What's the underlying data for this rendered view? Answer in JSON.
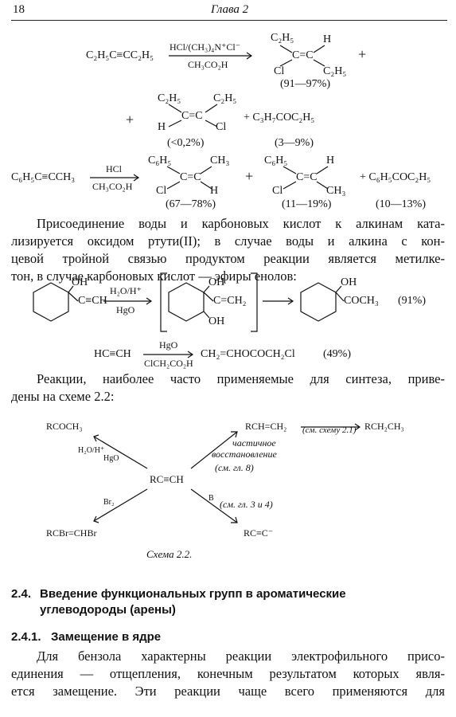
{
  "header": {
    "page_number": "18",
    "chapter": "Глава 2"
  },
  "eq1": {
    "reactant": "C₂H₅C≡CC₂H₅",
    "reagent_top": "HCl/(CH₃)₄N⁺Cl⁻",
    "reagent_bottom": "CH₃CO₂H",
    "p1": {
      "top_left": "C₂H₅",
      "top_right": "H",
      "bottom_left": "Cl",
      "bottom_right": "C₂H₅",
      "center": "C=C",
      "yield": "(91—97%)"
    },
    "plus": "+",
    "p2": {
      "top_left": "C₂H₅",
      "top_right": "C₂H₅",
      "bottom_left": "H",
      "bottom_right": "Cl",
      "center": "C=C",
      "yield": "(<0,2%)"
    },
    "p3": {
      "formula": "+ C₃H₇COC₂H₅",
      "yield": "(3—9%)"
    }
  },
  "eq2": {
    "reactant": "C₆H₅C≡CCH₃",
    "reagent_top": "HCl",
    "reagent_bottom": "CH₃CO₂H",
    "p1": {
      "top_left": "C₆H₅",
      "top_right": "CH₃",
      "bottom_left": "Cl",
      "bottom_right": "H",
      "center": "C=C",
      "yield": "(67—78%)"
    },
    "plus": "+",
    "p2": {
      "top_left": "C₆H₅",
      "top_right": "H",
      "bottom_left": "Cl",
      "bottom_right": "CH₃",
      "center": "C=C",
      "yield": "(11—19%)"
    },
    "p3": {
      "formula": "+ C₆H₅COC₂H₅",
      "yield": "(10—13%)"
    }
  },
  "para1": [
    "Присоединение воды и карбоновых кислот к алкинам ката-",
    "лизируется оксидом ртути(II); в случае воды и алкина с кон-",
    "цевой тройной связью продуктом реакции является метилке-",
    "тон, в случае карбоновых кислот — эфиры енолов:"
  ],
  "eq3": {
    "oh_top": "OH",
    "alkyne": "C≡CH",
    "reagent_top": "H₂O/H⁺",
    "reagent_bottom": "HgO",
    "int_oh_top": "OH",
    "int_enol": "C=CH₂",
    "int_oh_bottom": "OH",
    "prod_oh": "OH",
    "prod_acyl": "COCH₃",
    "yield": "(91%)"
  },
  "eq4": {
    "reactant": "HC≡CH",
    "reagent_top": "HgO",
    "reagent_bottom": "ClCH₂CO₂H",
    "product": "CH₂=CHOCOCH₂Cl",
    "yield": "(49%)"
  },
  "para2": [
    "Реакции, наиболее часто применяемые для синтеза, приве-",
    "дены на схеме 2.2:"
  ],
  "scheme": {
    "center": "RC≡CH",
    "top_left_product": "RCOCH₃",
    "top_left_reagent_1": "H₂O/H⁺",
    "top_left_reagent_2": "HgO",
    "top_right_product": "RCH=CH₂",
    "top_right_ref": "(см. схему 2.1)",
    "top_right_final": "RCH₂CH₃",
    "top_right_note_1": "частичное",
    "top_right_note_2": "восстановление",
    "top_right_note_3": "(см. гл. 8)",
    "bottom_left_reagent": "Br₂",
    "bottom_left_product": "RCBr=CHBr",
    "bottom_right_reagent": "B",
    "bottom_right_note": "(см. гл. 3 и 4)",
    "bottom_right_product": "RC≡C⁻",
    "caption": "Схема 2.2."
  },
  "section_2_4": {
    "number": "2.4.",
    "title_line1": "Введение функциональных групп в ароматические",
    "title_line2": "углеводороды (арены)"
  },
  "section_2_4_1": {
    "number": "2.4.1.",
    "title": "Замещение в ядре"
  },
  "para3": [
    "Для бензола характерны реакции электрофильного присо-",
    "единения — отщепления, конечным результатом которых явля-",
    "ется замещение. Эти реакции чаще всего применяются для"
  ]
}
